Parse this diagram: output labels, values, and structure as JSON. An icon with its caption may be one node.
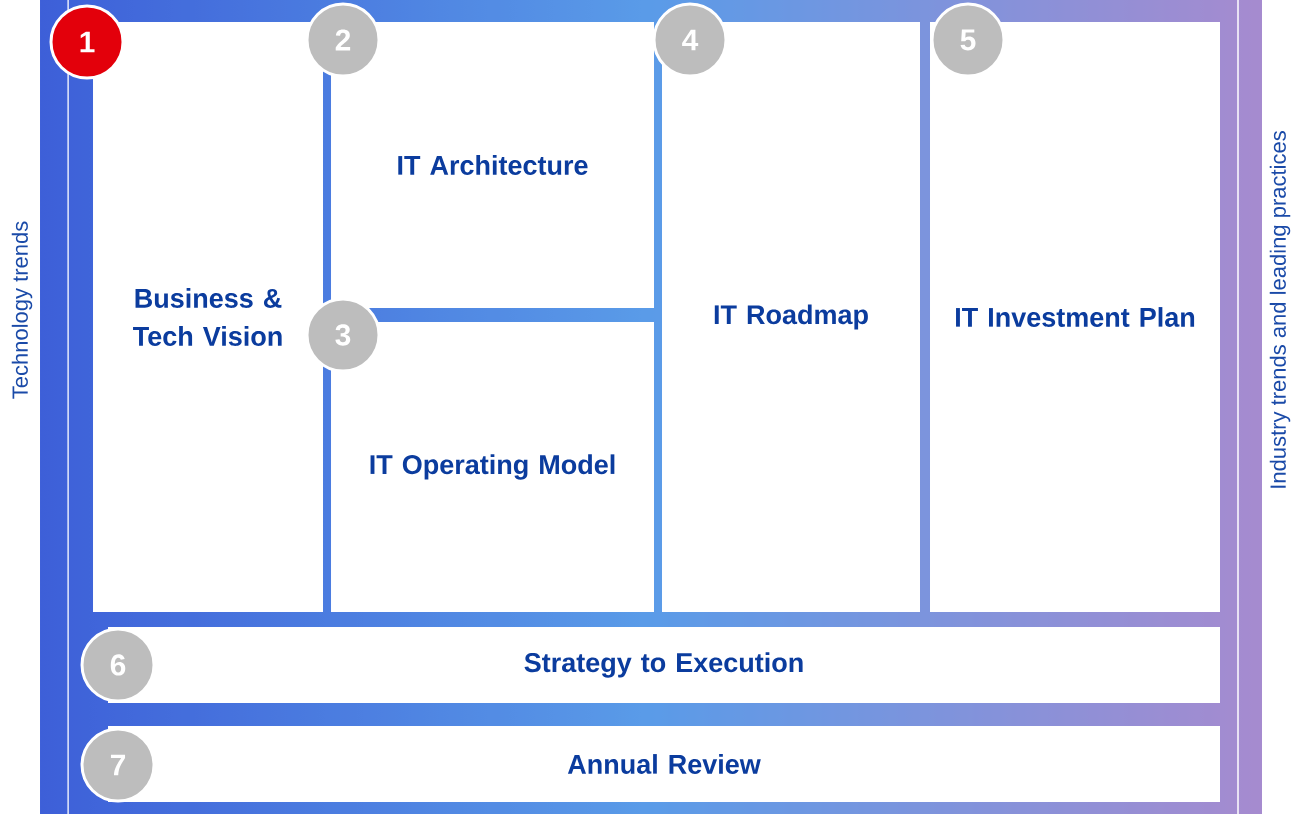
{
  "diagram": {
    "nodes": [
      {
        "text": [
          "Business & Tech Vision"
        ]
      },
      {
        "text": [
          "1"
        ]
      },
      {
        "text": [
          "IT Architecture"
        ]
      },
      {
        "text": [
          "2"
        ]
      },
      {
        "text": [
          "IT Operating Model"
        ]
      },
      {
        "text": [
          "3"
        ]
      },
      {
        "text": [
          "IT Roadmap"
        ]
      },
      {
        "text": [
          "4"
        ]
      },
      {
        "text": [
          "IT Investment Plan"
        ]
      },
      {
        "text": [
          "5"
        ]
      },
      {
        "text": [
          "Strategy to Execution"
        ]
      },
      {
        "text": [
          "6"
        ]
      },
      {
        "text": [
          "Annual Review"
        ]
      },
      {
        "text": [
          "7"
        ]
      }
    ],
    "labels": [
      "Technology trends",
      "Industry trends and leading practices"
    ]
  }
}
